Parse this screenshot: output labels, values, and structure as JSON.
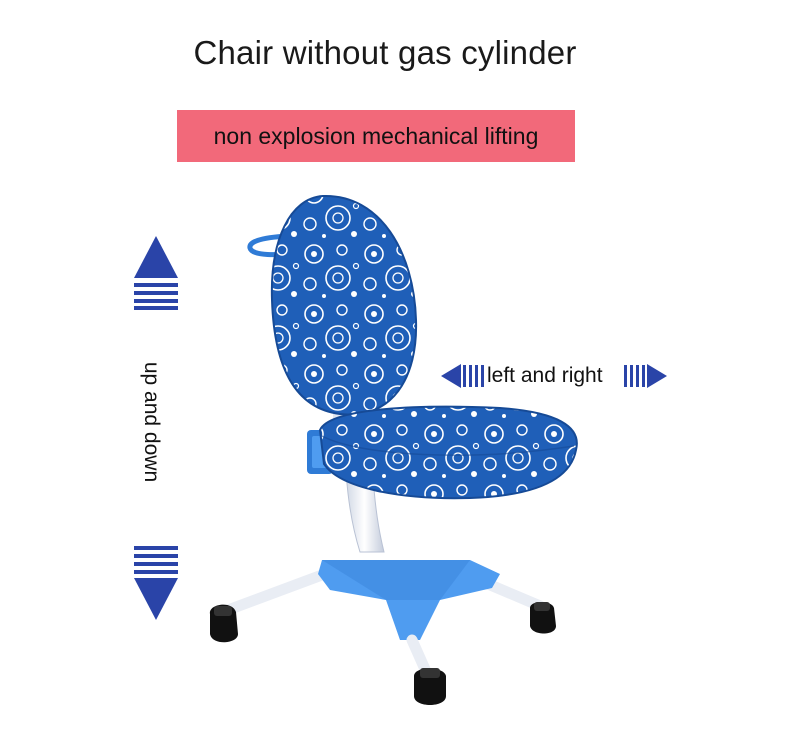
{
  "title": "Chair without gas cylinder",
  "banner": "non explosion mechanical lifting",
  "labels": {
    "vertical": "up and down",
    "horizontal": "left and right"
  },
  "colors": {
    "banner": "#f2697a",
    "arrow": "#2a44a8",
    "fabric": "#1f5fb8",
    "base": "#4f9cf0"
  },
  "icons": [
    "up-arrow-icon",
    "down-arrow-icon",
    "left-arrow-icon",
    "right-arrow-icon",
    "caster-wheel-icon"
  ]
}
